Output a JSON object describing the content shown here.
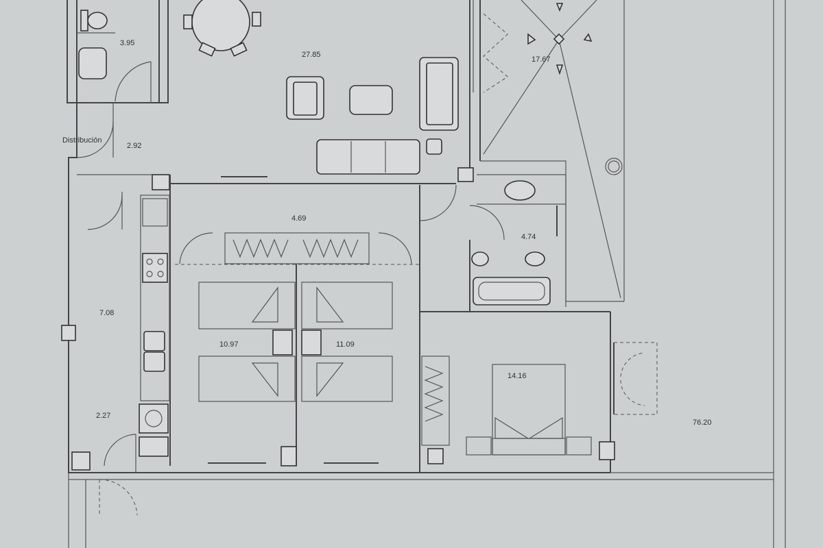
{
  "rooms": [
    {
      "label": "3.95"
    },
    {
      "label": "27.85"
    },
    {
      "label": "17.67"
    },
    {
      "label": "Distribución"
    },
    {
      "label": "2.92"
    },
    {
      "label": "4.69"
    },
    {
      "label": "4.74"
    },
    {
      "label": "7.08"
    },
    {
      "label": "10.97"
    },
    {
      "label": "11.09"
    },
    {
      "label": "14.16"
    },
    {
      "label": "2.27"
    },
    {
      "label": "76.20"
    }
  ]
}
